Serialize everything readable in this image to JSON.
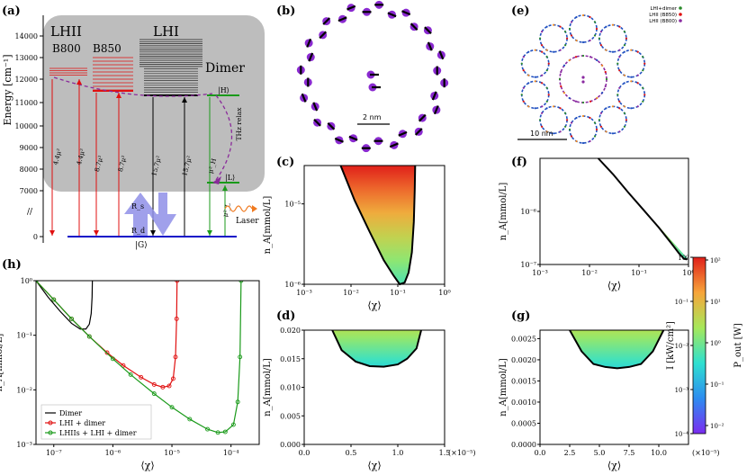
{
  "panels": {
    "a": {
      "label": "(a)",
      "ylabel": "Energy [cm⁻¹]",
      "yticks": [
        "14000",
        "13000",
        "12000",
        "11000",
        "10000",
        "9000",
        "8000",
        "7000",
        "0"
      ],
      "group_labels": {
        "lhii": "LHII",
        "lhi": "LHI",
        "dimer": "Dimer",
        "b800": "B800",
        "b850": "B850"
      },
      "state_labels": {
        "h": "|H⟩",
        "l": "|L⟩",
        "g": "|G⟩"
      },
      "rate_labels": {
        "r1": "4.4μ²",
        "r2": "4.4μ²",
        "r3": "8.7μ²",
        "r4": "8.7μ²",
        "r5": "15.7μ²",
        "r6": "15.7μ²",
        "rh": "μ²_H",
        "rl": "μ²_L",
        "relax": "THz relax",
        "rs": "R_s",
        "rd": "R_d",
        "laser": "Laser"
      },
      "colors": {
        "lhii": "#e01010",
        "lhi": "#000000",
        "dimer": "#1a9a1a",
        "ground": "#1010c8",
        "relax": "#8a2a9a",
        "pump": "#8f8fe8",
        "laser": "#f07a20",
        "box": "#bdbdbd"
      }
    },
    "b": {
      "label": "(b)",
      "scale": "2 nm"
    },
    "e": {
      "label": "(e)",
      "scale": "10 nm",
      "legend": [
        "LHI+dimer",
        "LHII (B850)",
        "LHII (B800)"
      ]
    },
    "c": {
      "label": "(c)"
    },
    "d": {
      "label": "(d)"
    },
    "f": {
      "label": "(f)"
    },
    "g": {
      "label": "(g)"
    },
    "h": {
      "label": "(h)"
    },
    "colorbar": {
      "left_label": "I [kW/cm²]",
      "right_label": "P_out [W]",
      "left_ticks": [
        "10⁰",
        "10⁻¹",
        "10⁻²",
        "10⁻³",
        "10⁻⁴"
      ],
      "right_ticks": [
        "10²",
        "10¹",
        "10⁰",
        "10⁻¹",
        "10⁻²"
      ]
    }
  },
  "chart_data": [
    {
      "id": "h",
      "type": "line",
      "xscale": "log",
      "yscale": "log",
      "xlim": [
        5e-08,
        0.0003
      ],
      "ylim": [
        0.001,
        1
      ],
      "xlabel": "⟨χ⟩",
      "ylabel": "n_A[mmol/L]",
      "xticks": [
        "10⁻⁷",
        "10⁻⁶",
        "10⁻⁵",
        "10⁻⁴"
      ],
      "yticks": [
        "10⁰",
        "10⁻¹",
        "10⁻²",
        "10⁻³"
      ],
      "legend_position": "lower-left",
      "series": [
        {
          "name": "Dimer",
          "color": "#000000",
          "style": "line",
          "x": [
            5e-08,
            8e-08,
            1.3e-07,
            2e-07,
            2.8e-07,
            3.5e-07,
            4e-07,
            4.3e-07,
            4.45e-07,
            4.5e-07
          ],
          "y": [
            1.0,
            0.5,
            0.27,
            0.165,
            0.13,
            0.13,
            0.16,
            0.25,
            0.5,
            1.0
          ]
        },
        {
          "name": "LHI + dimer",
          "color": "#e01010",
          "style": "line+circle",
          "x": [
            5e-08,
            1e-07,
            2e-07,
            4e-07,
            8e-07,
            1.5e-06,
            3e-06,
            5e-06,
            7e-06,
            9e-06,
            1.05e-05,
            1.15e-05,
            1.2e-05,
            1.22e-05
          ],
          "y": [
            1.0,
            0.45,
            0.2,
            0.095,
            0.048,
            0.028,
            0.017,
            0.0125,
            0.0112,
            0.0118,
            0.016,
            0.04,
            0.2,
            1.0
          ]
        },
        {
          "name": "LHIIs + LHI + dimer",
          "color": "#1a9a1a",
          "style": "line+circle",
          "x": [
            5e-08,
            1e-07,
            2e-07,
            4e-07,
            1e-06,
            2e-06,
            5e-06,
            1e-05,
            2e-05,
            4e-05,
            6e-05,
            8e-05,
            0.00011,
            0.00013,
            0.000142,
            0.000148
          ],
          "y": [
            1.0,
            0.45,
            0.2,
            0.095,
            0.037,
            0.019,
            0.0085,
            0.0048,
            0.0029,
            0.0019,
            0.00165,
            0.0017,
            0.0023,
            0.006,
            0.04,
            1.0
          ]
        }
      ]
    },
    {
      "id": "c",
      "type": "heatmap",
      "xscale": "log",
      "yscale": "log",
      "xlim": [
        0.001,
        1
      ],
      "ylim": [
        1e-06,
        3e-05
      ],
      "xlabel": "⟨χ⟩",
      "ylabel": "n_A[mmol/L]",
      "xticks": [
        "10⁻³",
        "10⁻²",
        "10⁻¹",
        "10⁰"
      ],
      "yticks": [
        "10⁻⁵",
        "10⁻⁶"
      ],
      "boundary": {
        "x": [
          0.006,
          0.012,
          0.025,
          0.05,
          0.08,
          0.11,
          0.14,
          0.17,
          0.2,
          0.22,
          0.23,
          0.235
        ],
        "y": [
          3e-05,
          1.1e-05,
          4.5e-06,
          2e-06,
          1.3e-06,
          1e-06,
          1.05e-06,
          1.4e-06,
          2.5e-06,
          6e-06,
          1.5e-05,
          3e-05
        ]
      }
    },
    {
      "id": "d",
      "type": "heatmap",
      "xscale": "linear",
      "yscale": "linear",
      "xlim": [
        0,
        1.5e-05
      ],
      "ylim": [
        0,
        0.02
      ],
      "xlabel": "⟨χ⟩",
      "ylabel": "n_A[mmol/L]",
      "x_multiplier": "(×10⁻⁵)",
      "xticks": [
        "0.0",
        "0.5",
        "1.0",
        "1.5"
      ],
      "yticks": [
        "0.000",
        "0.005",
        "0.010",
        "0.015",
        "0.020"
      ],
      "boundary": {
        "x": [
          3e-06,
          4e-06,
          5.5e-06,
          7e-06,
          8.5e-06,
          1e-05,
          1.1e-05,
          1.2e-05,
          1.25e-05
        ],
        "y": [
          0.02,
          0.0165,
          0.0145,
          0.0137,
          0.0136,
          0.014,
          0.015,
          0.0168,
          0.02
        ]
      }
    },
    {
      "id": "f",
      "type": "heatmap",
      "xscale": "log",
      "yscale": "log",
      "xlim": [
        0.001,
        1
      ],
      "ylim": [
        1e-07,
        1e-05
      ],
      "xlabel": "⟨χ⟩",
      "ylabel": "n_A[mmol/L]",
      "xticks": [
        "10⁻³",
        "10⁻²",
        "10⁻¹",
        "10⁰"
      ],
      "yticks": [
        "10⁻⁶",
        "10⁻⁷"
      ],
      "boundary": {
        "x": [
          0.015,
          0.03,
          0.06,
          0.12,
          0.25,
          0.45,
          0.65,
          0.8,
          0.9,
          0.95
        ],
        "y": [
          1e-05,
          5e-06,
          2.3e-06,
          1.1e-06,
          5e-07,
          2.5e-07,
          1.6e-07,
          1.3e-07,
          1.25e-07,
          1.3e-07
        ]
      }
    },
    {
      "id": "g",
      "type": "heatmap",
      "xscale": "linear",
      "yscale": "linear",
      "xlim": [
        0,
        0.000125
      ],
      "ylim": [
        0,
        0.0027
      ],
      "xlabel": "⟨χ⟩",
      "ylabel": "n_A[mmol/L]",
      "x_multiplier": "(×10⁻⁵)",
      "xticks": [
        "0.0",
        "2.5",
        "5.0",
        "7.5",
        "10.0"
      ],
      "yticks": [
        "0.0000",
        "0.0005",
        "0.0010",
        "0.0015",
        "0.0020",
        "0.0025"
      ],
      "boundary": {
        "x": [
          2.5e-05,
          3.5e-05,
          4.5e-05,
          5.5e-05,
          6.5e-05,
          7.5e-05,
          8.5e-05,
          9.5e-05,
          0.000104
        ],
        "y": [
          0.0027,
          0.0022,
          0.0019,
          0.00183,
          0.0018,
          0.00183,
          0.0019,
          0.0022,
          0.0027
        ]
      }
    }
  ]
}
